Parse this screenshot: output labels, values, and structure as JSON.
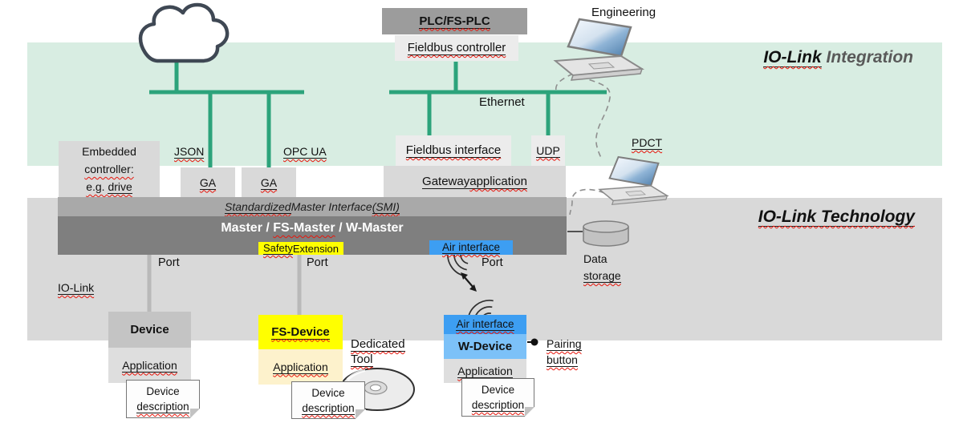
{
  "colors": {
    "integration_band": "#d8ede2",
    "technology_band": "#d9d9d9",
    "network_green": "#2ca37b",
    "smi_bar": "#a9a9a9",
    "master_bar": "#7f7f7f",
    "box_gray": "#d9d9d9",
    "box_light": "#ececec",
    "device_header": "#c4c4c4",
    "app_gray": "#dedede",
    "safety_yellow": "#ffff00",
    "app_yellow": "#fdf2cc",
    "air_blue": "#3d9ef2",
    "wdevice_blue": "#7cc1f8",
    "port_line": "#b9b9b9",
    "squiggle_red": "#e8150b"
  },
  "integration": {
    "title_main": "IO-Link",
    "title_rest": " Integration"
  },
  "technology": {
    "title": "IO-Link Technology"
  },
  "cloud_network": {
    "json_label": "JSON",
    "opcua_label": "OPC UA",
    "ga1_label": "GA",
    "ga2_label": "GA"
  },
  "embedded_controller": {
    "line1": "Embedded",
    "line2": "controller:",
    "line3a": "e.g. ",
    "line3b": "drive"
  },
  "plc": {
    "title": "PLC/FS-PLC",
    "fieldbus_controller": "Fieldbus controller"
  },
  "ethernet": {
    "label": "Ethernet",
    "fieldbus_interface": "Fieldbus interface",
    "udp": "UDP",
    "gateway_a": "Gateway ",
    "gateway_b": "application"
  },
  "engineering": {
    "label": "Engineering"
  },
  "pdct": {
    "label": "PDCT"
  },
  "smi": {
    "part1": "Standardized",
    "part2": " Master Interface ",
    "part3": "(SMI)"
  },
  "master": {
    "part1": "Master / ",
    "part2": "FS-Master",
    "part3": " / W-Master",
    "safety1": "Safety",
    "safety2": " Extension",
    "air_interface": "Air interface",
    "port1": "Port",
    "port2": "Port",
    "port3": "Port",
    "iolink_label": "IO-Link"
  },
  "data_storage": {
    "line1": "Data",
    "line2": "storage"
  },
  "device": {
    "title": "Device",
    "application": "Application"
  },
  "fs_device": {
    "title": "FS-Device",
    "application": "Application"
  },
  "w_device": {
    "air_interface": "Air interface",
    "title": "W-Device",
    "application": "Application",
    "pairing1": "Pairing",
    "pairing2": "button"
  },
  "dedicated_tool": {
    "line1": "Dedicated",
    "line2": "Tool"
  },
  "notes": {
    "line1": "Device",
    "line2": "description"
  }
}
